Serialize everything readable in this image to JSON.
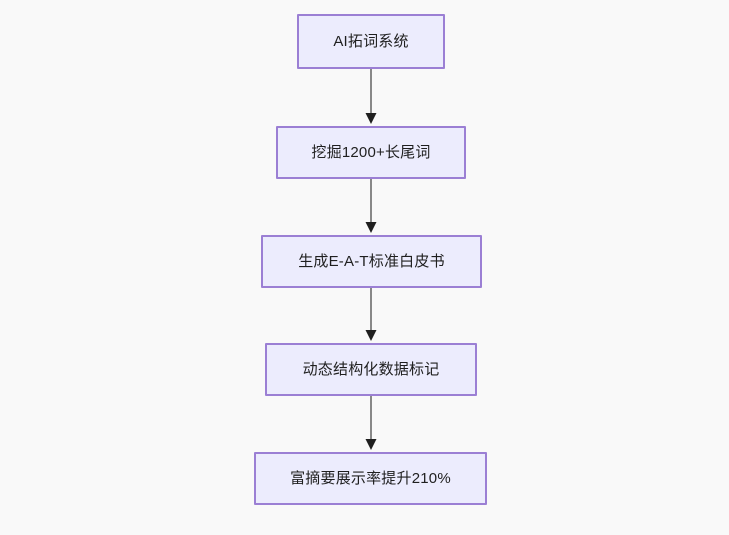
{
  "diagram": {
    "type": "flowchart",
    "direction": "top-to-bottom",
    "background_color": "#f9f9f9",
    "node_fill_color": "#ececfd",
    "node_border_color": "#9b7fd4",
    "node_text_color": "#1f1f1f",
    "edge_line_color": "#888888",
    "edge_arrow_color": "#1f1f1f",
    "nodes": [
      {
        "id": "n1",
        "label": "AI拓词系统"
      },
      {
        "id": "n2",
        "label": "挖掘1200+长尾词"
      },
      {
        "id": "n3",
        "label": "生成E-A-T标准白皮书"
      },
      {
        "id": "n4",
        "label": "动态结构化数据标记"
      },
      {
        "id": "n5",
        "label": "富摘要展示率提升210%"
      }
    ],
    "edges": [
      {
        "from": "n1",
        "to": "n2",
        "label": ""
      },
      {
        "from": "n2",
        "to": "n3",
        "label": ""
      },
      {
        "from": "n3",
        "to": "n4",
        "label": ""
      },
      {
        "from": "n4",
        "to": "n5",
        "label": ""
      }
    ]
  }
}
